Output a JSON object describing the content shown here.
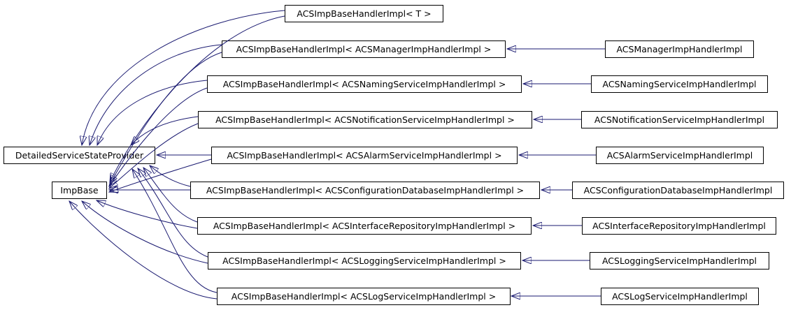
{
  "diagram": {
    "kind": "class-inheritance-graph",
    "colors": {
      "edge": "#191970",
      "box_border": "#000000",
      "box_fill": "#ffffff",
      "text": "#000000",
      "background": "#ffffff"
    }
  },
  "nodes": {
    "base": [
      {
        "label": "DetailedServiceStateProvider"
      },
      {
        "label": "ImpBase"
      }
    ],
    "templates": [
      {
        "label": "ACSImpBaseHandlerImpl< T >"
      },
      {
        "label": "ACSImpBaseHandlerImpl< ACSManagerImpHandlerImpl >"
      },
      {
        "label": "ACSImpBaseHandlerImpl< ACSNamingServiceImpHandlerImpl >"
      },
      {
        "label": "ACSImpBaseHandlerImpl< ACSNotificationServiceImpHandlerImpl >"
      },
      {
        "label": "ACSImpBaseHandlerImpl< ACSAlarmServiceImpHandlerImpl >"
      },
      {
        "label": "ACSImpBaseHandlerImpl< ACSConfigurationDatabaseImpHandlerImpl >"
      },
      {
        "label": "ACSImpBaseHandlerImpl< ACSInterfaceRepositoryImpHandlerImpl >"
      },
      {
        "label": "ACSImpBaseHandlerImpl< ACSLoggingServiceImpHandlerImpl >"
      },
      {
        "label": "ACSImpBaseHandlerImpl< ACSLogServiceImpHandlerImpl >"
      }
    ],
    "impls": [
      {
        "label": "ACSManagerImpHandlerImpl"
      },
      {
        "label": "ACSNamingServiceImpHandlerImpl"
      },
      {
        "label": "ACSNotificationServiceImpHandlerImpl"
      },
      {
        "label": "ACSAlarmServiceImpHandlerImpl"
      },
      {
        "label": "ACSConfigurationDatabaseImpHandlerImpl"
      },
      {
        "label": "ACSInterfaceRepositoryImpHandlerImpl"
      },
      {
        "label": "ACSLoggingServiceImpHandlerImpl"
      },
      {
        "label": "ACSLogServiceImpHandlerImpl"
      }
    ]
  },
  "edges": [
    {
      "from": "ACSImpBaseHandlerImpl< T >",
      "to": "DetailedServiceStateProvider"
    },
    {
      "from": "ACSImpBaseHandlerImpl< T >",
      "to": "ImpBase"
    },
    {
      "from": "ACSImpBaseHandlerImpl< ACSManagerImpHandlerImpl >",
      "to": "DetailedServiceStateProvider"
    },
    {
      "from": "ACSImpBaseHandlerImpl< ACSManagerImpHandlerImpl >",
      "to": "ImpBase"
    },
    {
      "from": "ACSImpBaseHandlerImpl< ACSNamingServiceImpHandlerImpl >",
      "to": "DetailedServiceStateProvider"
    },
    {
      "from": "ACSImpBaseHandlerImpl< ACSNamingServiceImpHandlerImpl >",
      "to": "ImpBase"
    },
    {
      "from": "ACSImpBaseHandlerImpl< ACSNotificationServiceImpHandlerImpl >",
      "to": "DetailedServiceStateProvider"
    },
    {
      "from": "ACSImpBaseHandlerImpl< ACSNotificationServiceImpHandlerImpl >",
      "to": "ImpBase"
    },
    {
      "from": "ACSImpBaseHandlerImpl< ACSAlarmServiceImpHandlerImpl >",
      "to": "DetailedServiceStateProvider"
    },
    {
      "from": "ACSImpBaseHandlerImpl< ACSAlarmServiceImpHandlerImpl >",
      "to": "ImpBase"
    },
    {
      "from": "ACSImpBaseHandlerImpl< ACSConfigurationDatabaseImpHandlerImpl >",
      "to": "DetailedServiceStateProvider"
    },
    {
      "from": "ACSImpBaseHandlerImpl< ACSConfigurationDatabaseImpHandlerImpl >",
      "to": "ImpBase"
    },
    {
      "from": "ACSImpBaseHandlerImpl< ACSInterfaceRepositoryImpHandlerImpl >",
      "to": "DetailedServiceStateProvider"
    },
    {
      "from": "ACSImpBaseHandlerImpl< ACSInterfaceRepositoryImpHandlerImpl >",
      "to": "ImpBase"
    },
    {
      "from": "ACSImpBaseHandlerImpl< ACSLoggingServiceImpHandlerImpl >",
      "to": "DetailedServiceStateProvider"
    },
    {
      "from": "ACSImpBaseHandlerImpl< ACSLoggingServiceImpHandlerImpl >",
      "to": "ImpBase"
    },
    {
      "from": "ACSImpBaseHandlerImpl< ACSLogServiceImpHandlerImpl >",
      "to": "DetailedServiceStateProvider"
    },
    {
      "from": "ACSImpBaseHandlerImpl< ACSLogServiceImpHandlerImpl >",
      "to": "ImpBase"
    },
    {
      "from": "ACSManagerImpHandlerImpl",
      "to": "ACSImpBaseHandlerImpl< ACSManagerImpHandlerImpl >"
    },
    {
      "from": "ACSNamingServiceImpHandlerImpl",
      "to": "ACSImpBaseHandlerImpl< ACSNamingServiceImpHandlerImpl >"
    },
    {
      "from": "ACSNotificationServiceImpHandlerImpl",
      "to": "ACSImpBaseHandlerImpl< ACSNotificationServiceImpHandlerImpl >"
    },
    {
      "from": "ACSAlarmServiceImpHandlerImpl",
      "to": "ACSImpBaseHandlerImpl< ACSAlarmServiceImpHandlerImpl >"
    },
    {
      "from": "ACSConfigurationDatabaseImpHandlerImpl",
      "to": "ACSImpBaseHandlerImpl< ACSConfigurationDatabaseImpHandlerImpl >"
    },
    {
      "from": "ACSInterfaceRepositoryImpHandlerImpl",
      "to": "ACSImpBaseHandlerImpl< ACSInterfaceRepositoryImpHandlerImpl >"
    },
    {
      "from": "ACSLoggingServiceImpHandlerImpl",
      "to": "ACSImpBaseHandlerImpl< ACSLoggingServiceImpHandlerImpl >"
    },
    {
      "from": "ACSLogServiceImpHandlerImpl",
      "to": "ACSImpBaseHandlerImpl< ACSLogServiceImpHandlerImpl >"
    }
  ]
}
